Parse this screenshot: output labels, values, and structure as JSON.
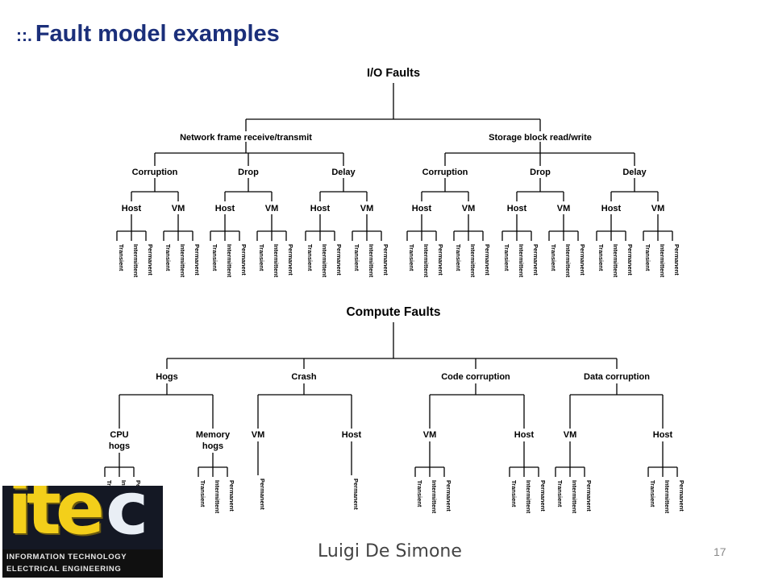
{
  "slide": {
    "title_prefix": "::.",
    "title": "Fault model examples",
    "author": "Luigi De Simone",
    "page_number": "17"
  },
  "logo": {
    "wordmark": "itec",
    "line1": "INFORMATION TECHNOLOGY",
    "line2": "ELECTRICAL ENGINEERING"
  },
  "io_tree": {
    "label": "I/O Faults",
    "children": [
      {
        "label": "Network frame receive/transmit",
        "children": [
          {
            "label": "Corruption",
            "children": [
              {
                "label": "Host",
                "children": [
                  "Transient",
                  "Intermittent",
                  "Permanent"
                ]
              },
              {
                "label": "VM",
                "children": [
                  "Transient",
                  "Intermittent",
                  "Permanent"
                ]
              }
            ]
          },
          {
            "label": "Drop",
            "children": [
              {
                "label": "Host",
                "children": [
                  "Transient",
                  "Intermittent",
                  "Permanent"
                ]
              },
              {
                "label": "VM",
                "children": [
                  "Transient",
                  "Intermittent",
                  "Permanent"
                ]
              }
            ]
          },
          {
            "label": "Delay",
            "children": [
              {
                "label": "Host",
                "children": [
                  "Transient",
                  "Intermittent",
                  "Permanent"
                ]
              },
              {
                "label": "VM",
                "children": [
                  "Transient",
                  "Intermittent",
                  "Permanent"
                ]
              }
            ]
          }
        ]
      },
      {
        "label": "Storage block read/write",
        "children": [
          {
            "label": "Corruption",
            "children": [
              {
                "label": "Host",
                "children": [
                  "Transient",
                  "Intermittent",
                  "Permanent"
                ]
              },
              {
                "label": "VM",
                "children": [
                  "Transient",
                  "Intermittent",
                  "Permanent"
                ]
              }
            ]
          },
          {
            "label": "Drop",
            "children": [
              {
                "label": "Host",
                "children": [
                  "Transient",
                  "Intermittent",
                  "Permanent"
                ]
              },
              {
                "label": "VM",
                "children": [
                  "Transient",
                  "Intermittent",
                  "Permanent"
                ]
              }
            ]
          },
          {
            "label": "Delay",
            "children": [
              {
                "label": "Host",
                "children": [
                  "Transient",
                  "Intermittent",
                  "Permanent"
                ]
              },
              {
                "label": "VM",
                "children": [
                  "Transient",
                  "Intermittent",
                  "Permanent"
                ]
              }
            ]
          }
        ]
      }
    ]
  },
  "compute_tree": {
    "label": "Compute Faults",
    "children": [
      {
        "label": "Hogs",
        "children": [
          {
            "label": "CPU hogs",
            "children": [
              "Transient",
              "Intermittent",
              "Permanent"
            ]
          },
          {
            "label": "Memory hogs",
            "children": [
              "Transient",
              "Intermittent",
              "Permanent"
            ]
          }
        ]
      },
      {
        "label": "Crash",
        "children": [
          {
            "label": "VM",
            "children": [
              "Permanent"
            ]
          },
          {
            "label": "Host",
            "children": [
              "Permanent"
            ]
          }
        ]
      },
      {
        "label": "Code corruption",
        "children": [
          {
            "label": "VM",
            "children": [
              "Transient",
              "Intermittent",
              "Permanent"
            ]
          },
          {
            "label": "Host",
            "children": [
              "Transient",
              "Intermittent",
              "Permanent"
            ]
          }
        ]
      },
      {
        "label": "Data corruption",
        "children": [
          {
            "label": "VM",
            "children": [
              "Transient",
              "Intermittent",
              "Permanent"
            ]
          },
          {
            "label": "Host",
            "children": [
              "Transient",
              "Intermittent",
              "Permanent"
            ]
          }
        ]
      }
    ]
  },
  "colors": {
    "title": "#1b2f7a",
    "logo_bg": "#141824",
    "logo_accent": "#f3cf1a"
  }
}
